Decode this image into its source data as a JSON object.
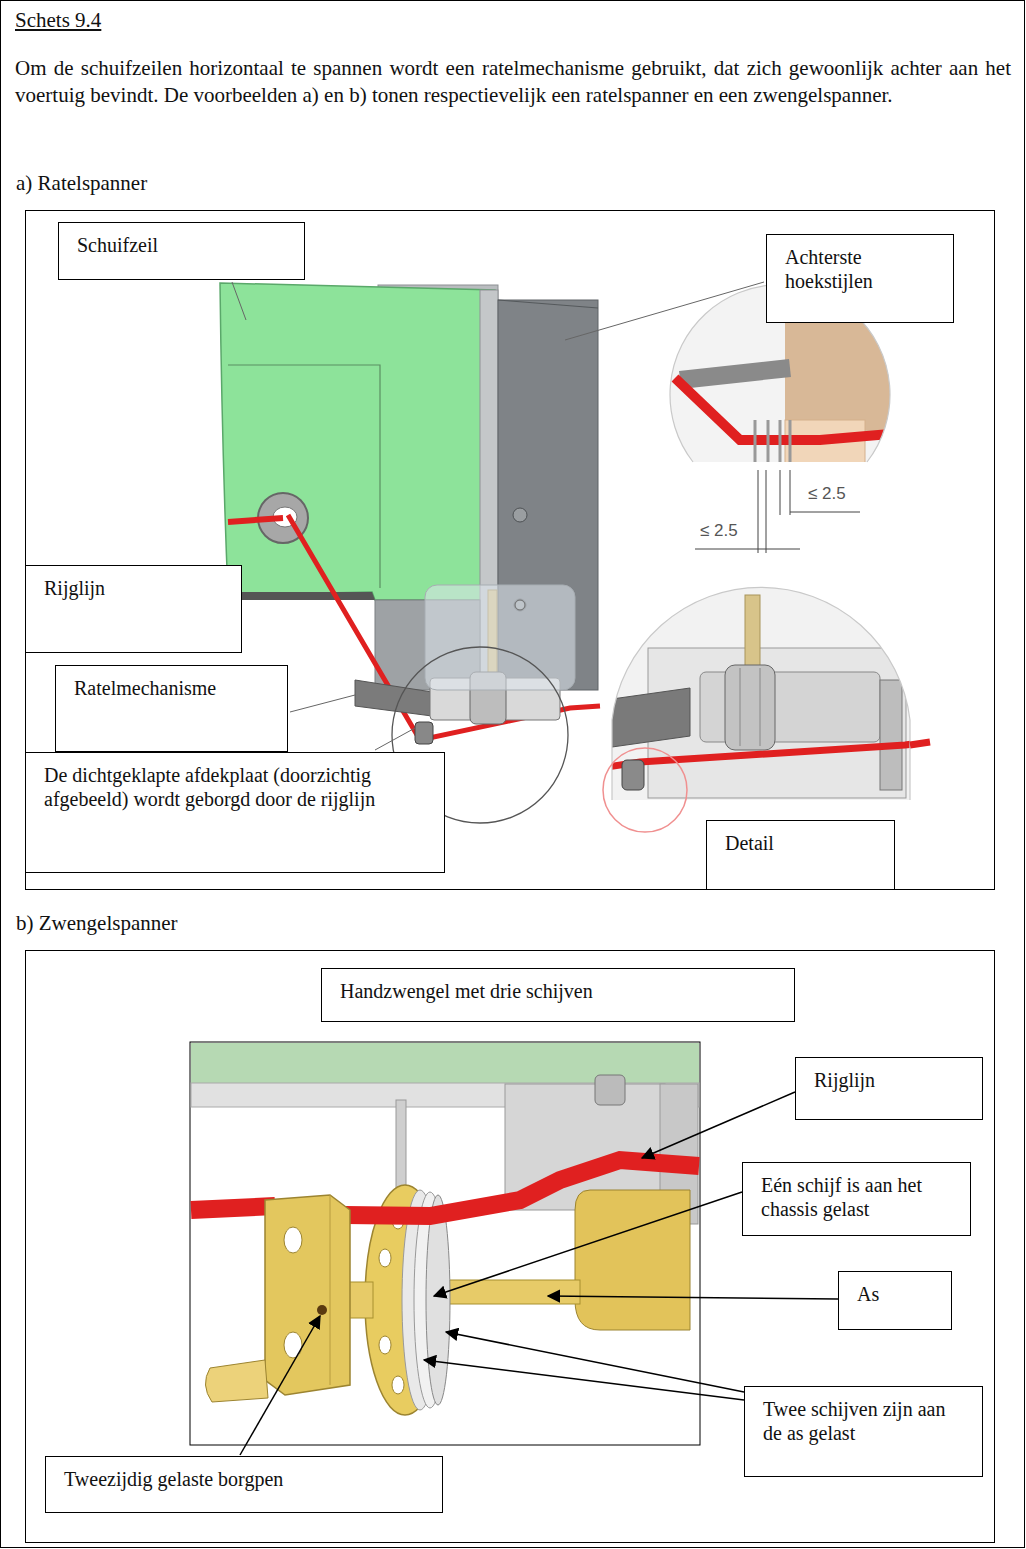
{
  "diagram": {
    "title": "Schets 9.4",
    "nodes": [
      {
        "text": [
          "a) Ratelspanner"
        ]
      },
      {
        "text": [
          "Schuifzeil"
        ],
        "in": 0
      },
      {
        "text": [
          "Achterste hoekstijlen"
        ],
        "in": 0
      },
      {
        "text": [
          "Rijglijn"
        ],
        "in": 0
      },
      {
        "text": [
          "Ratelmechanisme"
        ],
        "in": 0
      },
      {
        "text": [
          "De dichtgeklapte afdekplaat (doorzichtig afgebeeld) wordt geborgd door de rijglijn"
        ],
        "in": 0
      },
      {
        "text": [
          "Detail"
        ],
        "in": 0
      },
      {
        "text": [
          "b) Zwengelspanner"
        ]
      },
      {
        "text": [
          "Handzwengel met drie schijven"
        ],
        "in": 7
      },
      {
        "text": [
          "Rijglijn"
        ],
        "in": 7
      },
      {
        "text": [
          "Eén schijf is aan het chassis gelast"
        ],
        "in": 7
      },
      {
        "text": [
          "As"
        ],
        "in": 7
      },
      {
        "text": [
          "Twee schijven zijn aan de as gelast"
        ],
        "in": 7
      },
      {
        "text": [
          "Tweezijdig gelaste borgpen"
        ],
        "in": 7
      }
    ],
    "labels": [
      "Om de schuifzeilen horizontaal te spannen wordt een ratelmechanisme gebruikt, dat zich gewoonlijk achter aan het voertuig bevindt. De voorbeelden a) en b) tonen respectievelijk een ratelspanner en een zwengelspanner.",
      "≤ 2.5",
      "≤ 2.5"
    ]
  }
}
